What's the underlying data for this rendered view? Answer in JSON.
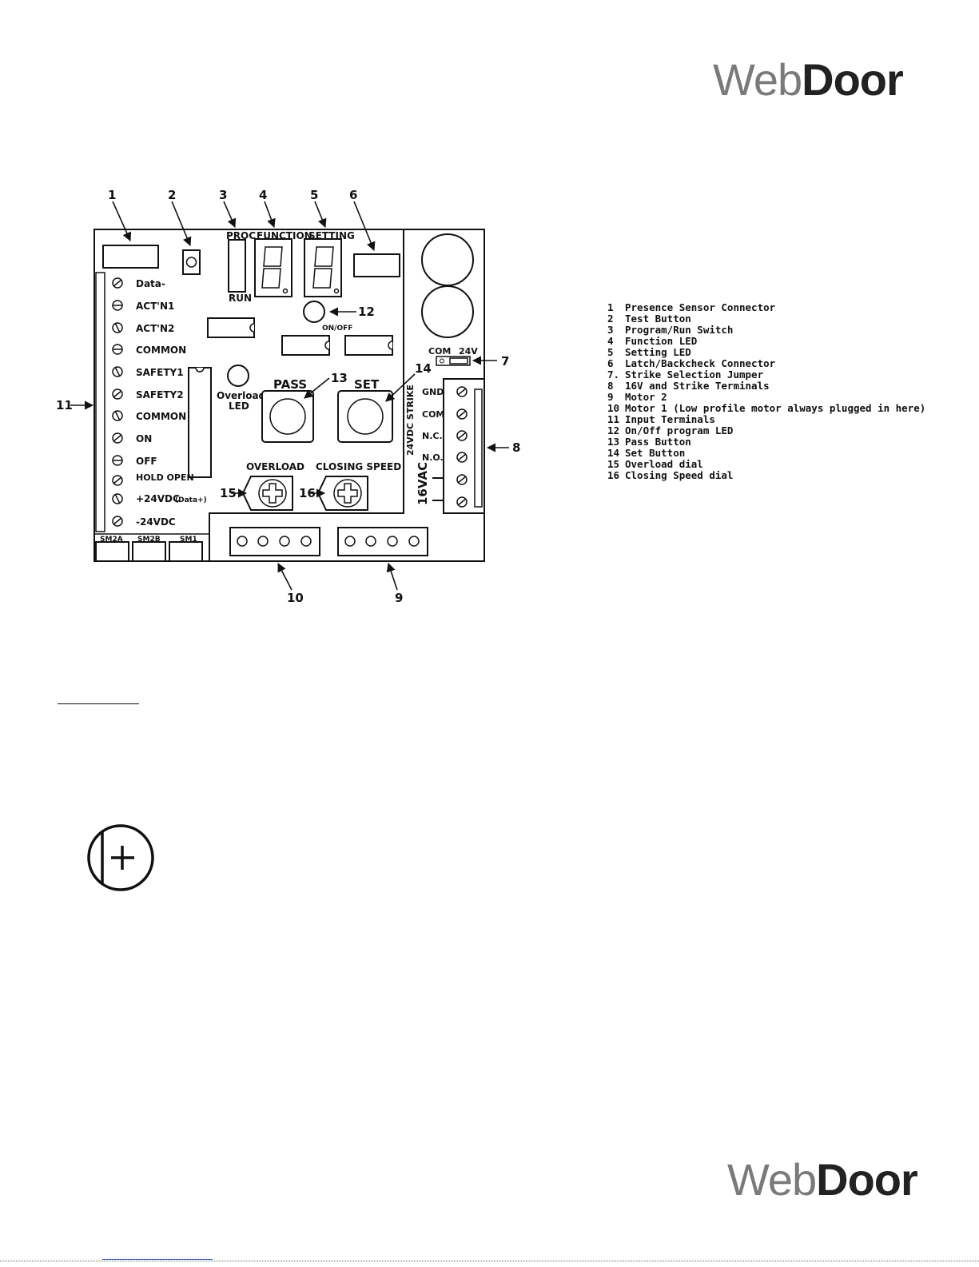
{
  "brand": {
    "part1": "Web",
    "part2": "Door"
  },
  "board": {
    "left_terminals": [
      "Data-",
      "ACT'N1",
      "ACT'N2",
      "COMMON",
      "SAFETY1",
      "SAFETY2",
      "COMMON",
      "ON",
      "OFF",
      "HOLD OPEN",
      "+24VDC",
      "-24VDC"
    ],
    "data_plus": "(Data+)",
    "right_terminals": [
      "GND",
      "COM",
      "N.C.",
      "N.O."
    ],
    "strike_label": "24VDC STRIKE",
    "vac_label": "16VAC",
    "proc": "PROC",
    "run": "RUN",
    "function": "FUNCTION",
    "setting": "SETTING",
    "onoff": "ON/OFF",
    "overload_led_1": "Overload",
    "overload_led_2": "LED",
    "pass": "PASS",
    "set": "SET",
    "overload": "OVERLOAD",
    "closing_speed": "CLOSING SPEED",
    "com": "COM",
    "v24": "24V",
    "sm_labels": [
      "SM2A",
      "SM2B",
      "SM1"
    ]
  },
  "callouts": [
    "1",
    "2",
    "3",
    "4",
    "5",
    "6",
    "7",
    "8",
    "9",
    "10",
    "11",
    "12",
    "13",
    "14",
    "15",
    "16"
  ],
  "legend": [
    {
      "num": "1",
      "text": "Presence Sensor Connector"
    },
    {
      "num": "2",
      "text": "Test Button"
    },
    {
      "num": "3",
      "text": "Program/Run Switch"
    },
    {
      "num": "4",
      "text": "Function LED"
    },
    {
      "num": "5",
      "text": "Setting LED"
    },
    {
      "num": "6",
      "text": "Latch/Backcheck Connector"
    },
    {
      "num": "7.",
      "text": "Strike Selection Jumper"
    },
    {
      "num": "8",
      "text": "16V and Strike Terminals"
    },
    {
      "num": "9",
      "text": "Motor 2"
    },
    {
      "num": "10",
      "text": "Motor 1 (Low profile motor always plugged in here)"
    },
    {
      "num": "11",
      "text": "Input Terminals"
    },
    {
      "num": "12",
      "text": "On/Off program LED"
    },
    {
      "num": "13",
      "text": "Pass Button"
    },
    {
      "num": "14",
      "text": "Set Button"
    },
    {
      "num": "15",
      "text": "Overload dial"
    },
    {
      "num": "16",
      "text": "Closing Speed dial"
    }
  ]
}
